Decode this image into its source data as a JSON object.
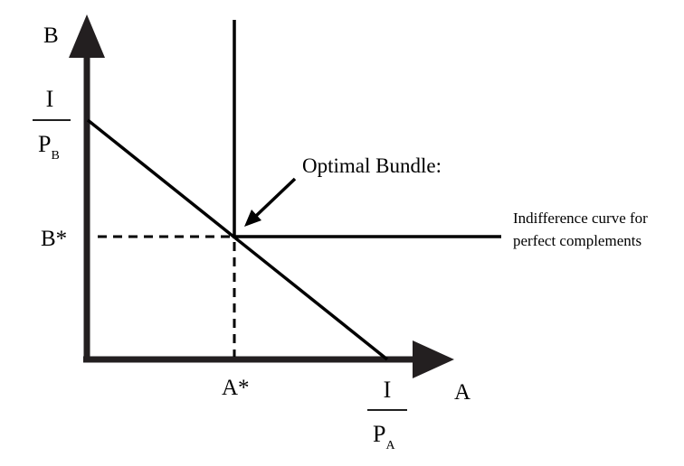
{
  "axes": {
    "y_label": "B",
    "x_label": "A"
  },
  "y_intercept": {
    "numerator": "I",
    "denominator": "P",
    "subscript": "B"
  },
  "x_intercept": {
    "numerator": "I",
    "denominator": "P",
    "subscript": "A"
  },
  "optimum": {
    "b_label": "B*",
    "a_label": "A*"
  },
  "annotations": {
    "optimal_bundle": "Optimal Bundle:",
    "indifference_line1": "Indifference curve for",
    "indifference_line2": "perfect complements"
  },
  "colors": {
    "line": "#000000",
    "axis": "#231f20"
  }
}
